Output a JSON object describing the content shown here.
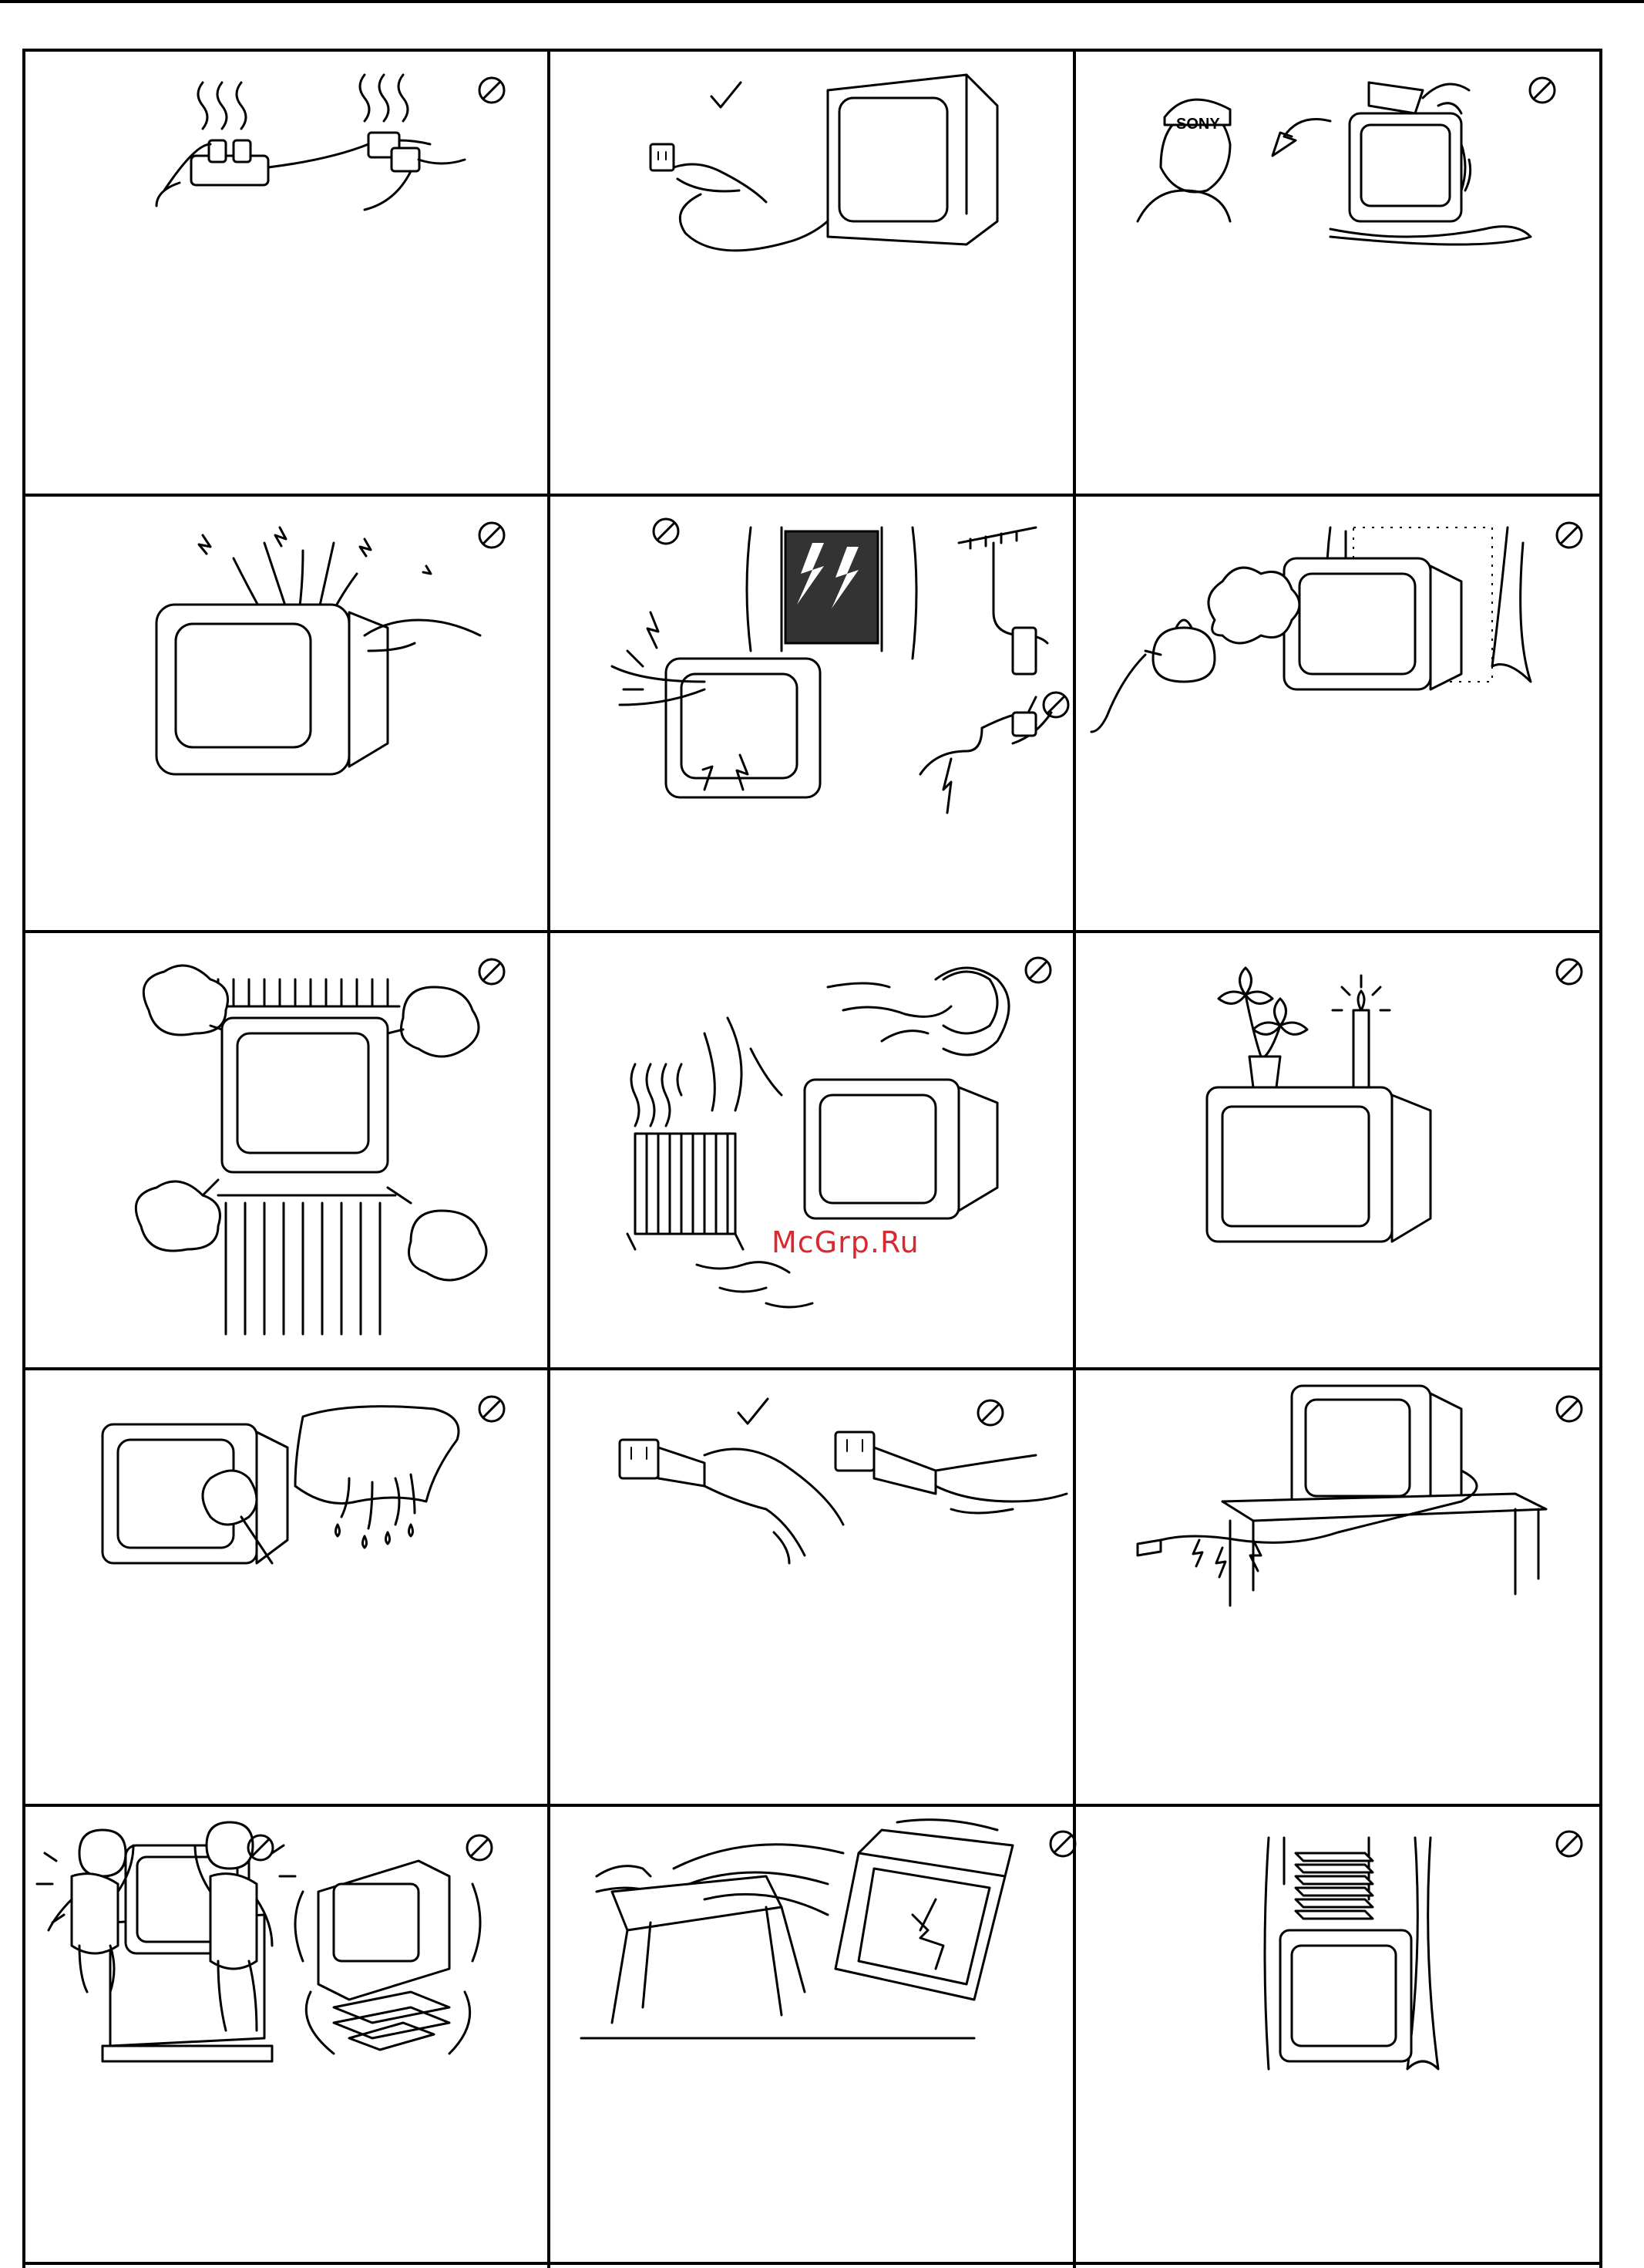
{
  "document": {
    "watermark_text": "McGrp.Ru",
    "cap_logo_text": "SONY"
  },
  "icons": {
    "prohibition": "prohibition-icon",
    "approved": "check-mark-icon"
  },
  "panels": [
    {
      "id": "overloaded-outlet",
      "marker": "prohibition"
    },
    {
      "id": "pull-by-plug",
      "marker": "approved"
    },
    {
      "id": "call-service",
      "marker": "prohibition"
    },
    {
      "id": "object-in-vents",
      "marker": "prohibition"
    },
    {
      "id": "lightning-storm",
      "marker": "prohibition"
    },
    {
      "id": "moisture-steam",
      "marker": "prohibition"
    },
    {
      "id": "blocked-ventilation",
      "marker": "prohibition"
    },
    {
      "id": "heat-and-sun",
      "marker": "prohibition"
    },
    {
      "id": "vase-and-candle",
      "marker": "prohibition"
    },
    {
      "id": "cleaning-cloth",
      "marker": "prohibition"
    },
    {
      "id": "wet-hands-plug",
      "marker": "prohibition"
    },
    {
      "id": "damaged-cord",
      "marker": "prohibition"
    },
    {
      "id": "children-climbing",
      "marker": "prohibition"
    },
    {
      "id": "tv-falling",
      "marker": "prohibition"
    },
    {
      "id": "enclosed-shelf",
      "marker": "prohibition"
    }
  ]
}
